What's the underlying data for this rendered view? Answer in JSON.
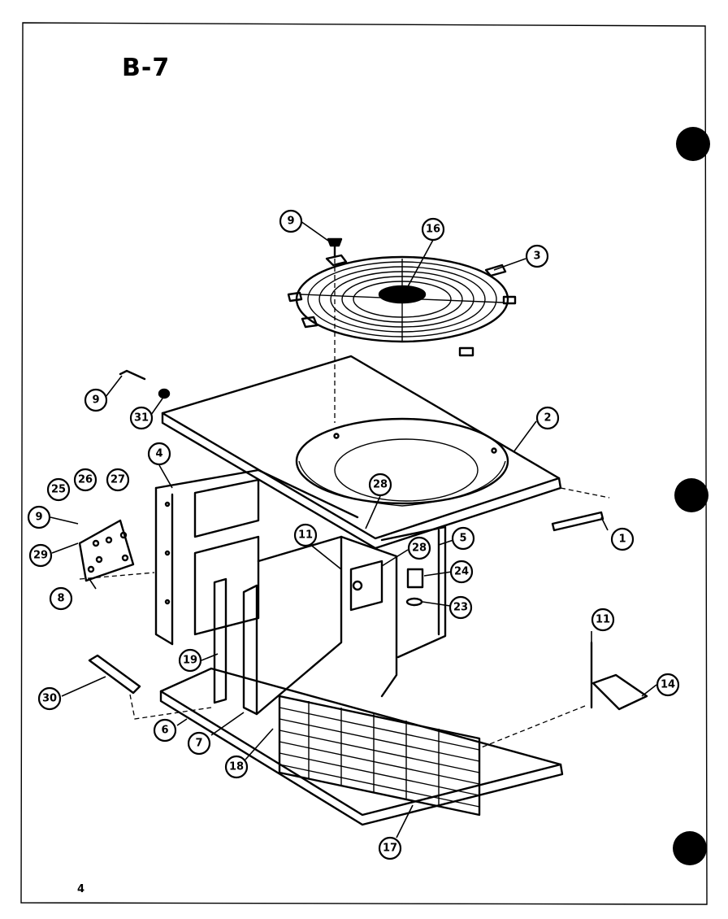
{
  "diagram": {
    "title": "B-7",
    "page_number": "4",
    "callouts": [
      "9",
      "16",
      "3",
      "9",
      "31",
      "2",
      "4",
      "25",
      "26",
      "27",
      "28",
      "9",
      "29",
      "8",
      "11",
      "28",
      "5",
      "1",
      "24",
      "23",
      "11",
      "14",
      "19",
      "30",
      "6",
      "7",
      "18",
      "17"
    ]
  }
}
